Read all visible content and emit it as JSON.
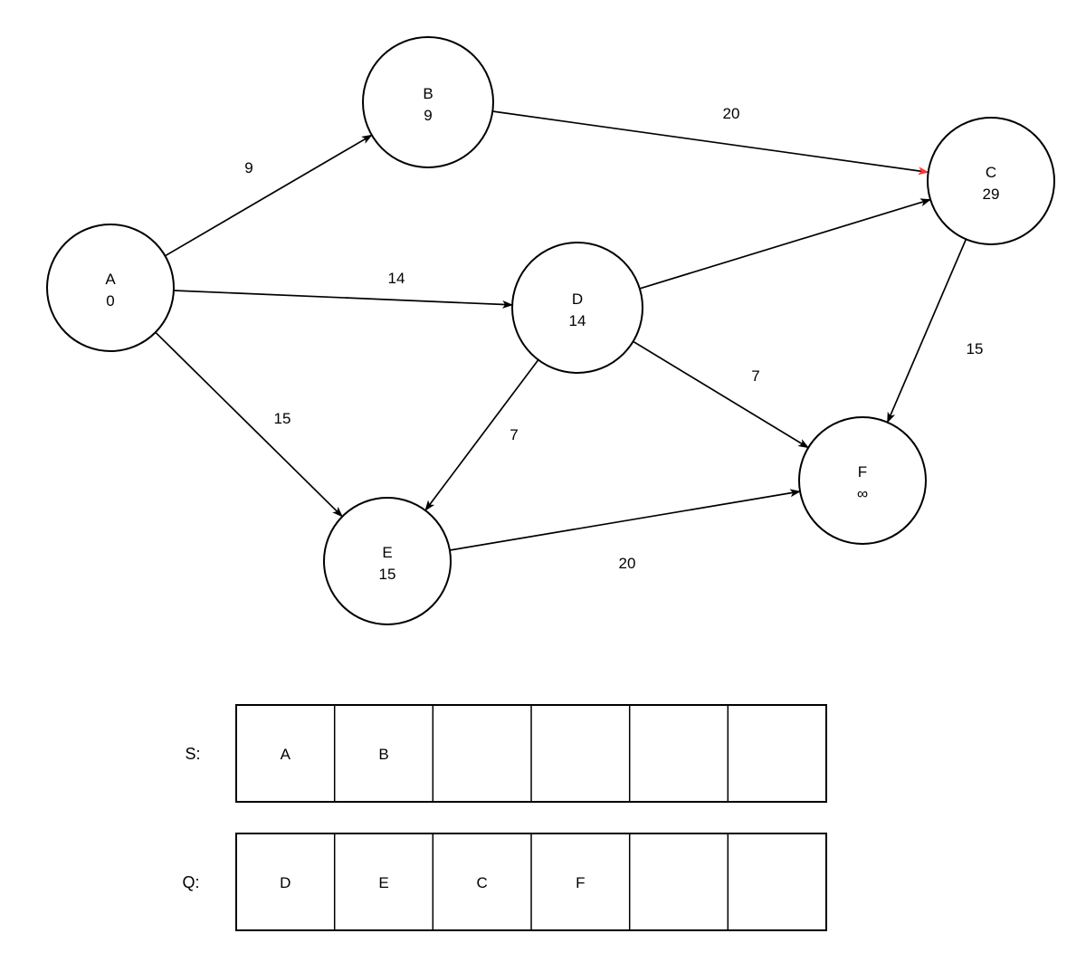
{
  "diagram": {
    "type": "weighted-directed-graph",
    "nodes": [
      {
        "id": "A",
        "label": "A",
        "distance": "0"
      },
      {
        "id": "B",
        "label": "B",
        "distance": "9",
        "state": "current"
      },
      {
        "id": "C",
        "label": "C",
        "distance": "29"
      },
      {
        "id": "D",
        "label": "D",
        "distance": "14"
      },
      {
        "id": "E",
        "label": "E",
        "distance": "15"
      },
      {
        "id": "F",
        "label": "F",
        "distance": "∞"
      }
    ],
    "edges": [
      {
        "from": "A",
        "to": "B",
        "weight": "9"
      },
      {
        "from": "B",
        "to": "C",
        "weight": "20",
        "highlighted": true
      },
      {
        "from": "A",
        "to": "D",
        "weight": "14"
      },
      {
        "from": "A",
        "to": "E",
        "weight": "15"
      },
      {
        "from": "D",
        "to": "C"
      },
      {
        "from": "D",
        "to": "E",
        "weight": "7"
      },
      {
        "from": "D",
        "to": "F",
        "weight": "7"
      },
      {
        "from": "C",
        "to": "F",
        "weight": "15"
      },
      {
        "from": "E",
        "to": "F",
        "weight": "20"
      }
    ]
  },
  "colors": {
    "current_node_fill": "#d1e4f8",
    "highlight_edge": "#ff3333",
    "edge": "#000000"
  },
  "lists": {
    "s": {
      "label": "S:",
      "cells": [
        "A",
        "B",
        "",
        "",
        "",
        ""
      ]
    },
    "q": {
      "label": "Q:",
      "cells": [
        "D",
        "E",
        "C",
        "F",
        "",
        ""
      ]
    }
  }
}
